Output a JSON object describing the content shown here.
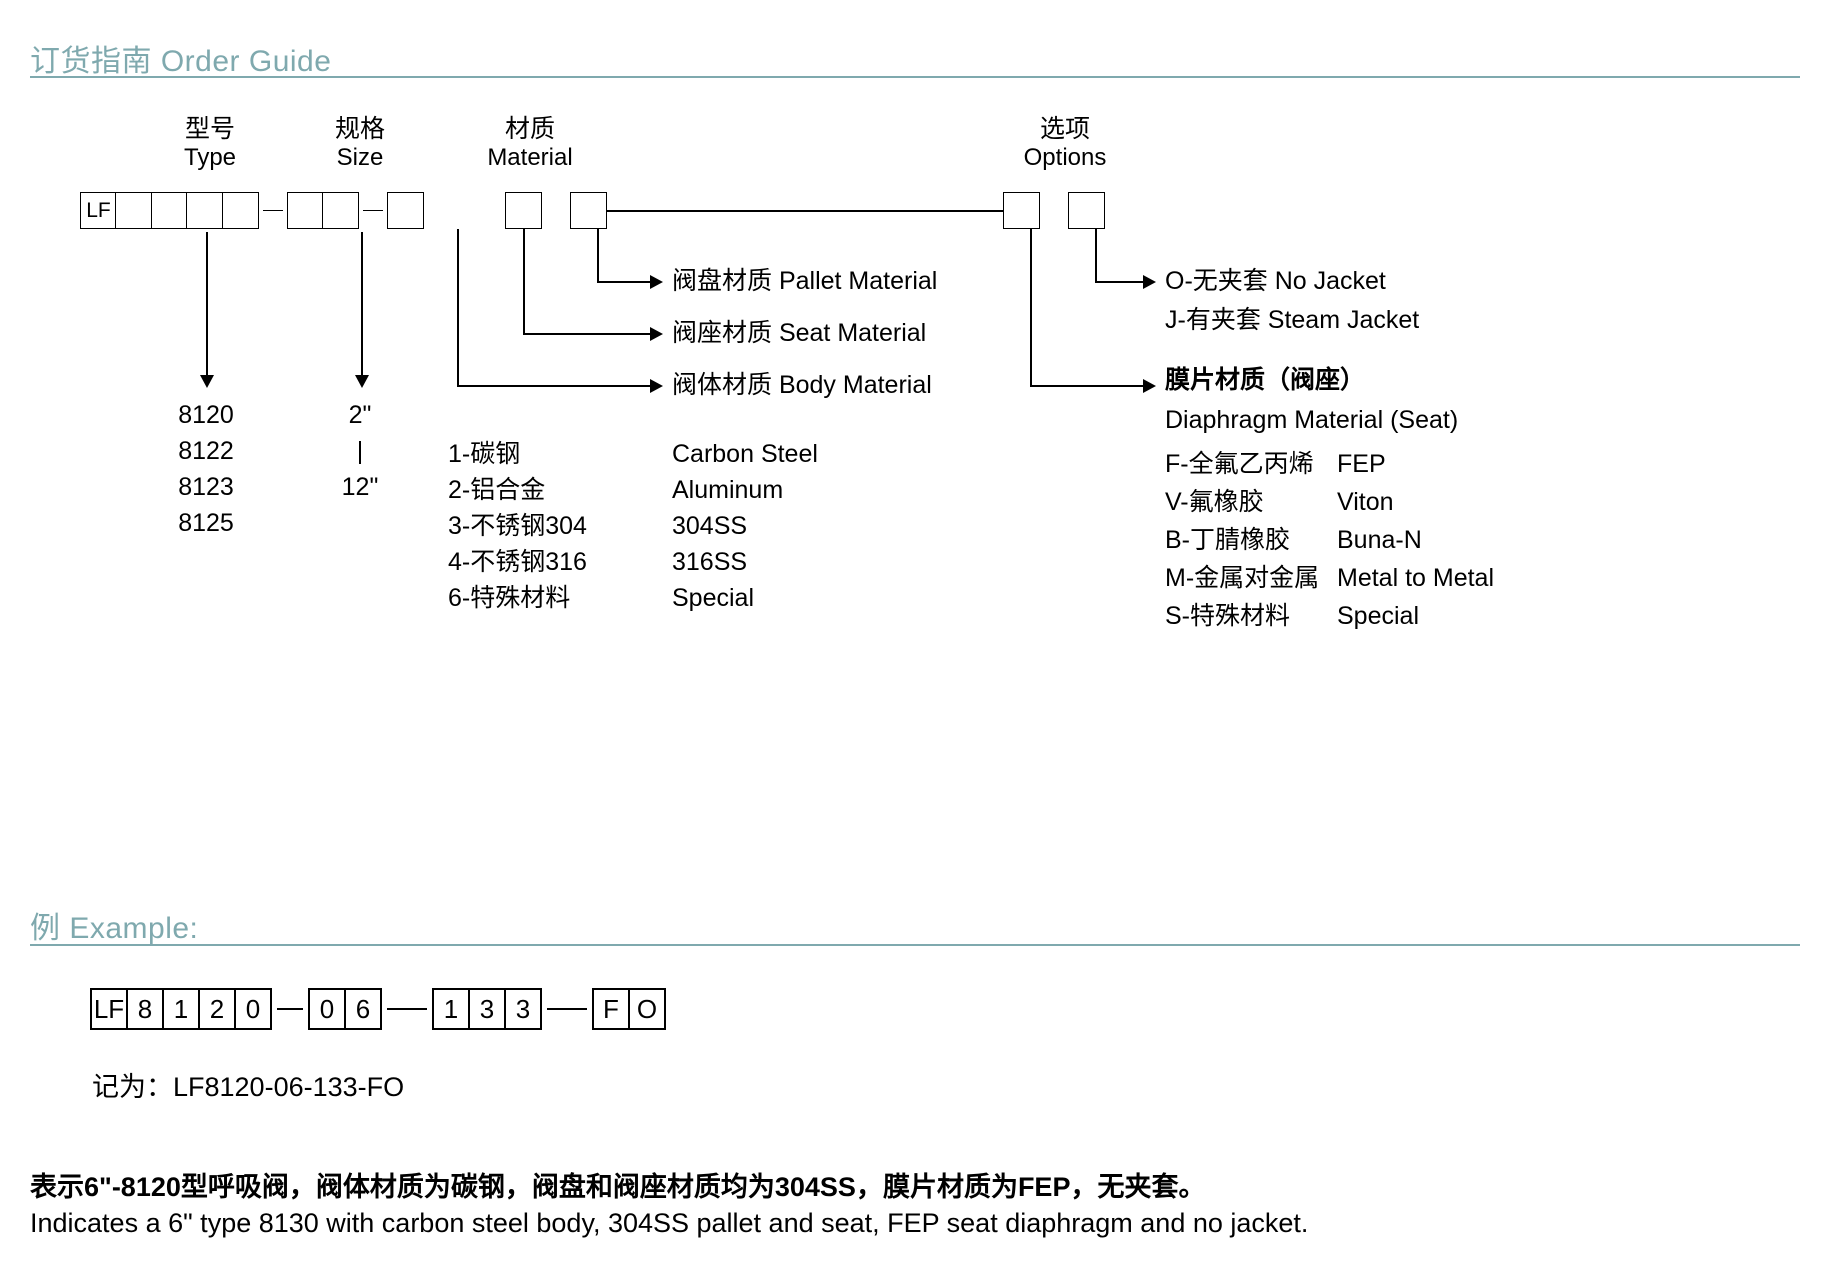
{
  "sections": {
    "order_guide": {
      "title": "订货指南 Order Guide"
    },
    "example": {
      "title": "例 Example:"
    }
  },
  "diagram": {
    "headers": [
      {
        "cn": "型号",
        "en": "Type"
      },
      {
        "cn": "规格",
        "en": "Size"
      },
      {
        "cn": "材质",
        "en": "Material"
      },
      {
        "cn": "选项",
        "en": "Options"
      }
    ],
    "code_boxes": {
      "type_group": [
        "LF",
        "",
        "",
        "",
        ""
      ],
      "size_group": [
        "",
        ""
      ],
      "body_box": "",
      "seat_box": "",
      "pallet_box": "",
      "diaphragm_box": "",
      "jacket_box": "",
      "separator": "—"
    },
    "callouts": [
      {
        "cn": "阀盘材质",
        "en": "Pallet Material",
        "label": "阀盘材质 Pallet Material"
      },
      {
        "cn": "阀座材质",
        "en": "Seat Material",
        "label": "阀座材质 Seat Material"
      },
      {
        "cn": "阀体材质",
        "en": "Body Material",
        "label": "阀体材质 Body Material"
      }
    ],
    "type_values": [
      "8120",
      "8122",
      "8123",
      "8125"
    ],
    "size_values": {
      "top": "2\"",
      "bottom": "12\"",
      "connector": "|"
    },
    "material_codes": [
      {
        "code": "1-碳钢",
        "en": "Carbon Steel"
      },
      {
        "code": "2-铝合金",
        "en": "Aluminum"
      },
      {
        "code": "3-不锈钢304",
        "en": "304SS"
      },
      {
        "code": "4-不锈钢316",
        "en": "316SS"
      },
      {
        "code": "6-特殊材料",
        "en": "Special"
      }
    ],
    "jacket_options": [
      "O-无夹套 No Jacket",
      "J-有夹套 Steam Jacket"
    ],
    "diaphragm": {
      "title_cn": "膜片材质（阀座）",
      "title_en": "Diaphragm Material (Seat)",
      "codes": [
        {
          "code": "F-全氟乙丙烯",
          "en": "FEP"
        },
        {
          "code": "V-氟橡胶",
          "en": "Viton"
        },
        {
          "code": "B-丁腈橡胶",
          "en": "Buna-N"
        },
        {
          "code": "M-金属对金属",
          "en": "Metal to Metal"
        },
        {
          "code": "S-特殊材料",
          "en": "Special"
        }
      ]
    }
  },
  "example": {
    "boxes_group1": [
      "LF",
      "8",
      "1",
      "2",
      "0"
    ],
    "boxes_group2": [
      "0",
      "6"
    ],
    "boxes_group3": [
      "1",
      "3",
      "3"
    ],
    "boxes_group4": [
      "F",
      "O"
    ],
    "separator": "—",
    "note": "记为：LF8120-06-133-FO",
    "footer_cn": "表示6\"-8120型呼吸阀，阀体材质为碳钢，阀盘和阀座材质均为304SS，膜片材质为FEP，无夹套。",
    "footer_en": "Indicates a 6\" type 8130 with carbon steel body, 304SS pallet and seat, FEP seat diaphragm and no jacket."
  },
  "colors": {
    "accent": "#7fa9ae",
    "text": "#000000",
    "background": "#ffffff"
  }
}
